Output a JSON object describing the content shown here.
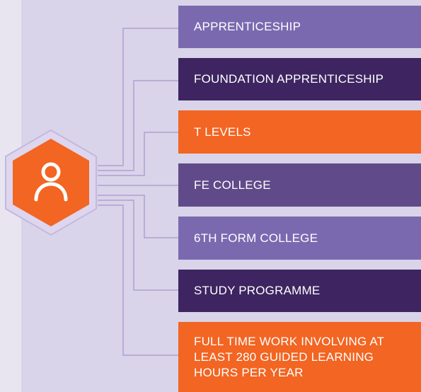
{
  "pathways": [
    {
      "label": "APPRENTICESHIP",
      "color": "#7b69b0"
    },
    {
      "label": "FOUNDATION APPRENTICESHIP",
      "color": "#3e2561"
    },
    {
      "label": "T LEVELS",
      "color": "#f26522"
    },
    {
      "label": "FE COLLEGE",
      "color": "#614a89"
    },
    {
      "label": "6TH FORM COLLEGE",
      "color": "#7b69b0"
    },
    {
      "label": "STUDY PROGRAMME",
      "color": "#3e2561"
    },
    {
      "label": "FULL TIME WORK INVOLVING AT LEAST 280 GUIDED LEARNING HOURS PER YEAR",
      "color": "#f26522"
    }
  ],
  "hub": {
    "icon": "person-icon",
    "color": "#f26522"
  }
}
